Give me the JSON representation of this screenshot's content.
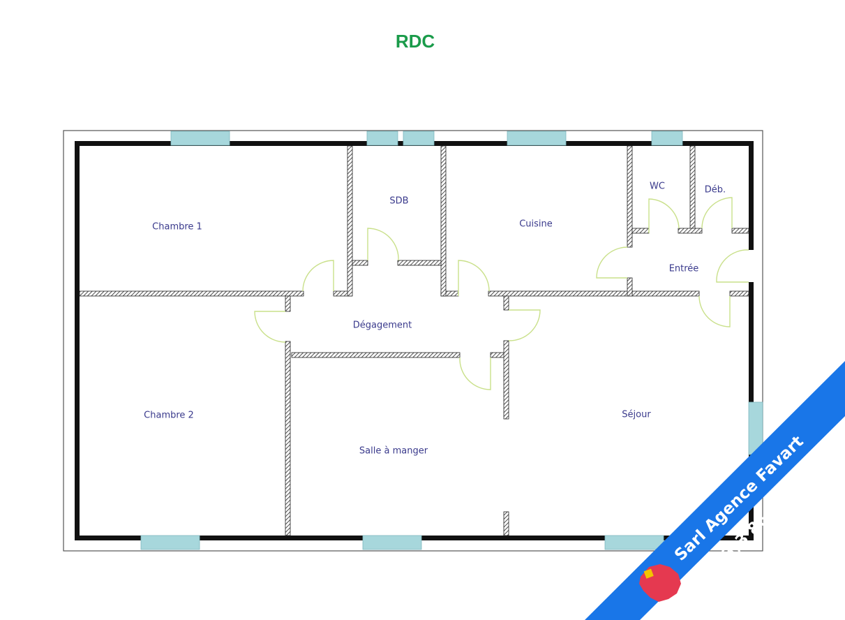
{
  "title": "RDC",
  "colors": {
    "title": "#1a9b4a",
    "wall": "#111111",
    "window": "#a7d7dc",
    "door_arc": "#c9e08a",
    "room_label": "#3a3a8c",
    "banner": "#1976e8",
    "logo": "#e53950"
  },
  "rooms": {
    "chambre1": "Chambre 1",
    "sdb": "SDB",
    "cuisine": "Cuisine",
    "wc": "WC",
    "deb": "Déb.",
    "entree": "Entrée",
    "degagement": "Dégagement",
    "chambre2": "Chambre 2",
    "sejour": "Séjour",
    "salle_a_manger": "Salle à manger"
  },
  "agency": {
    "name": "Sarl Agence Favart",
    "phone": "(+33)3 86 62 15 72",
    "logo_icon": "map-logo-icon"
  }
}
